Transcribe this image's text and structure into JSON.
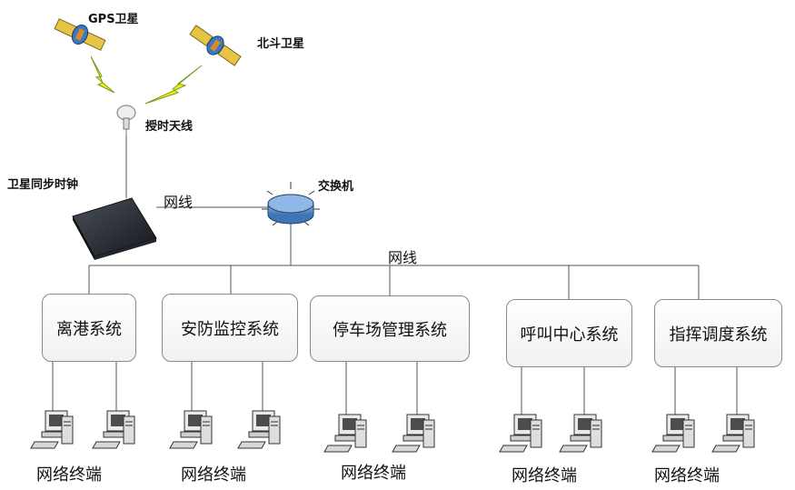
{
  "top": {
    "gps_sat": "GPS卫星",
    "beidou_sat": "北斗卫星",
    "antenna": "授时天线",
    "clock": "卫星同步时钟",
    "switch": "交换机",
    "link1": "网线",
    "link2": "网线"
  },
  "systems": [
    {
      "name": "离港系统"
    },
    {
      "name": "安防监控系统"
    },
    {
      "name": "停车场管理系统"
    },
    {
      "name": "呼叫中心系统"
    },
    {
      "name": "指挥调度系统"
    }
  ],
  "terminal_label": "网络终端",
  "colors": {
    "bolt": "#f6f000",
    "switch": "#5b8fcf",
    "clock": "#2b2f36",
    "line": "#555555"
  }
}
